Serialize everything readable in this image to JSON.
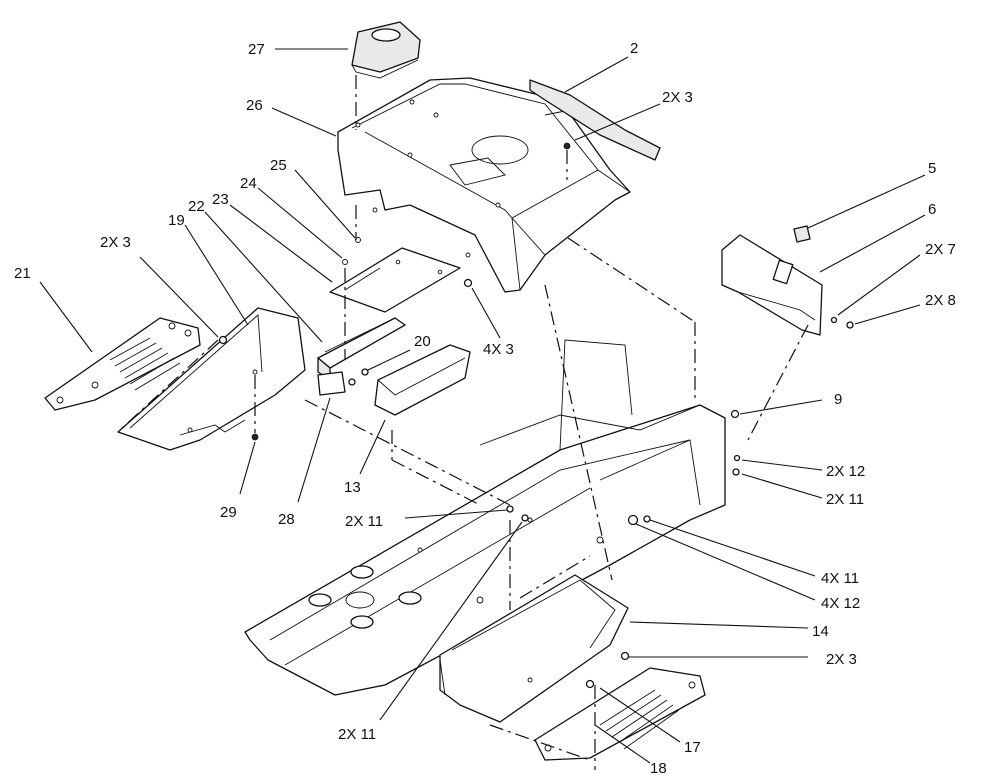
{
  "callouts": [
    {
      "id": "c27",
      "text": "27"
    },
    {
      "id": "c26",
      "text": "26"
    },
    {
      "id": "c2",
      "text": "2"
    },
    {
      "id": "c2x3a",
      "text": "2X 3"
    },
    {
      "id": "c25",
      "text": "25"
    },
    {
      "id": "c24",
      "text": "24"
    },
    {
      "id": "c23",
      "text": "23"
    },
    {
      "id": "c22",
      "text": "22"
    },
    {
      "id": "c19",
      "text": "19"
    },
    {
      "id": "c2x3b",
      "text": "2X 3"
    },
    {
      "id": "c21",
      "text": "21"
    },
    {
      "id": "c5",
      "text": "5"
    },
    {
      "id": "c6",
      "text": "6"
    },
    {
      "id": "c2x7",
      "text": "2X 7"
    },
    {
      "id": "c2x8",
      "text": "2X 8"
    },
    {
      "id": "c4x3",
      "text": "4X 3"
    },
    {
      "id": "c20",
      "text": "20"
    },
    {
      "id": "c9",
      "text": "9"
    },
    {
      "id": "c2x12",
      "text": "2X 12"
    },
    {
      "id": "c2x11a",
      "text": "2X 11"
    },
    {
      "id": "c29",
      "text": "29"
    },
    {
      "id": "c28",
      "text": "28"
    },
    {
      "id": "c13",
      "text": "13"
    },
    {
      "id": "c2x11b",
      "text": "2X 11"
    },
    {
      "id": "c4x11",
      "text": "4X 11"
    },
    {
      "id": "c4x12",
      "text": "4X 12"
    },
    {
      "id": "c14",
      "text": "14"
    },
    {
      "id": "c2x3c",
      "text": "2X 3"
    },
    {
      "id": "c2x11c",
      "text": "2X 11"
    },
    {
      "id": "c17",
      "text": "17"
    },
    {
      "id": "c18",
      "text": "18"
    }
  ]
}
